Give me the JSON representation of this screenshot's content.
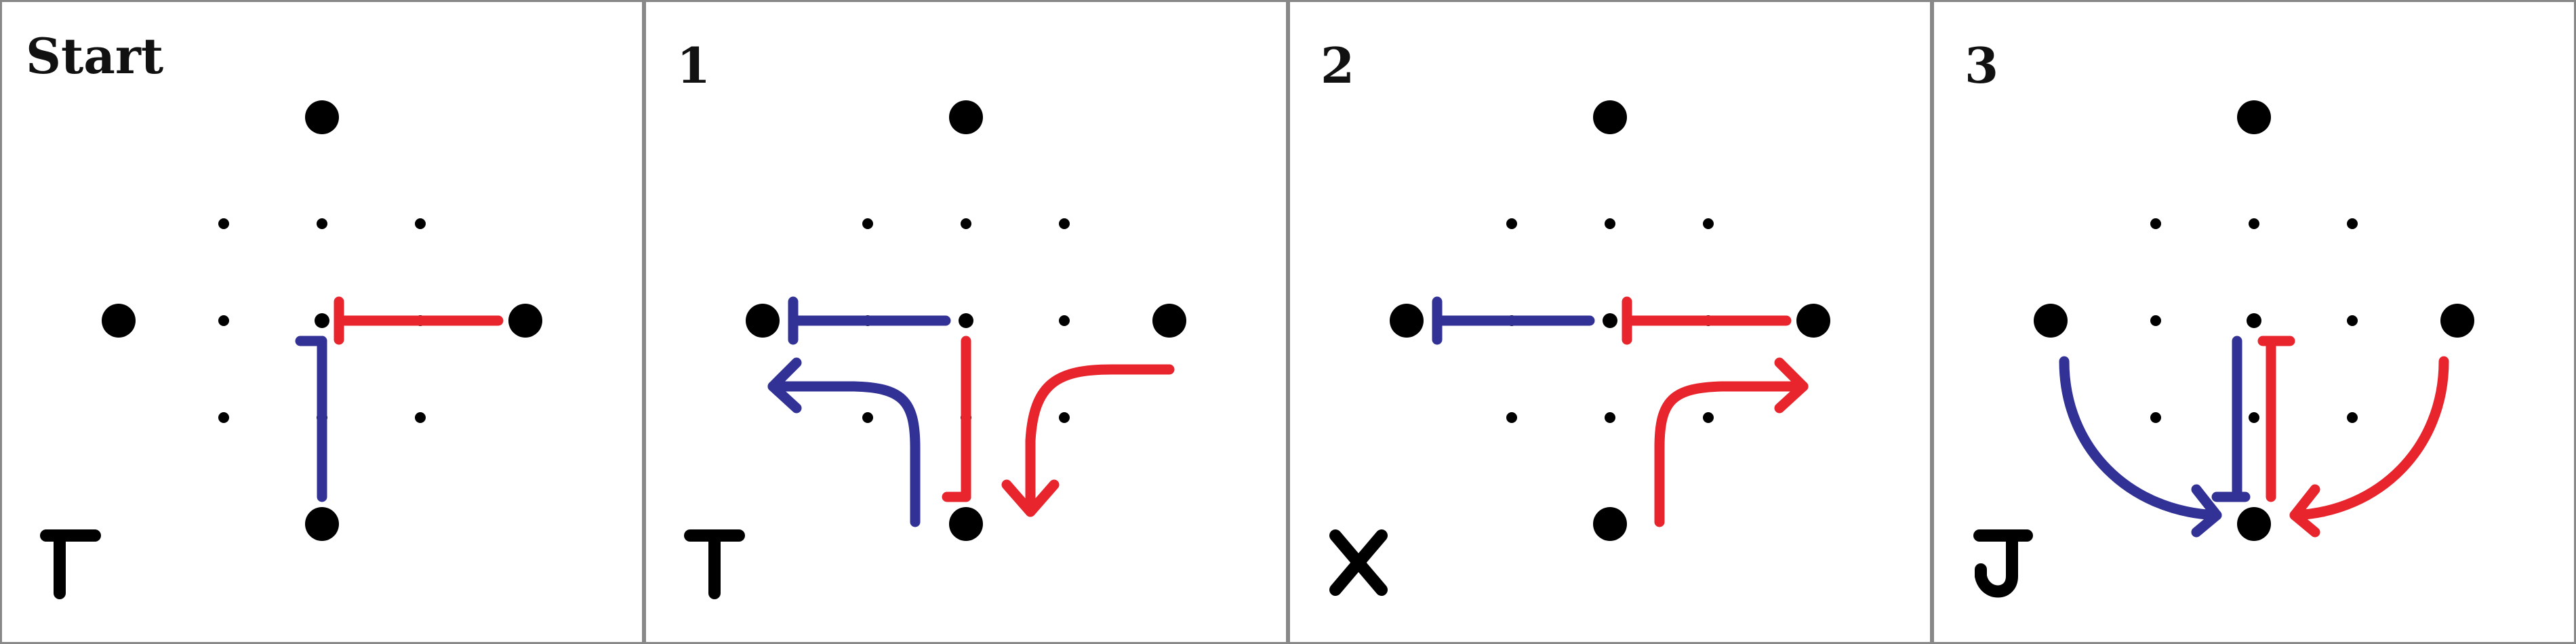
{
  "colors": {
    "blue": "#323296",
    "red": "#e8242c",
    "dot": "#000000",
    "border": "#888888"
  },
  "panels": [
    {
      "title": "Start",
      "letter": "Γ"
    },
    {
      "title": "1",
      "letter": "T"
    },
    {
      "title": "2",
      "letter": "X"
    },
    {
      "title": "3",
      "letter": "J"
    }
  ]
}
